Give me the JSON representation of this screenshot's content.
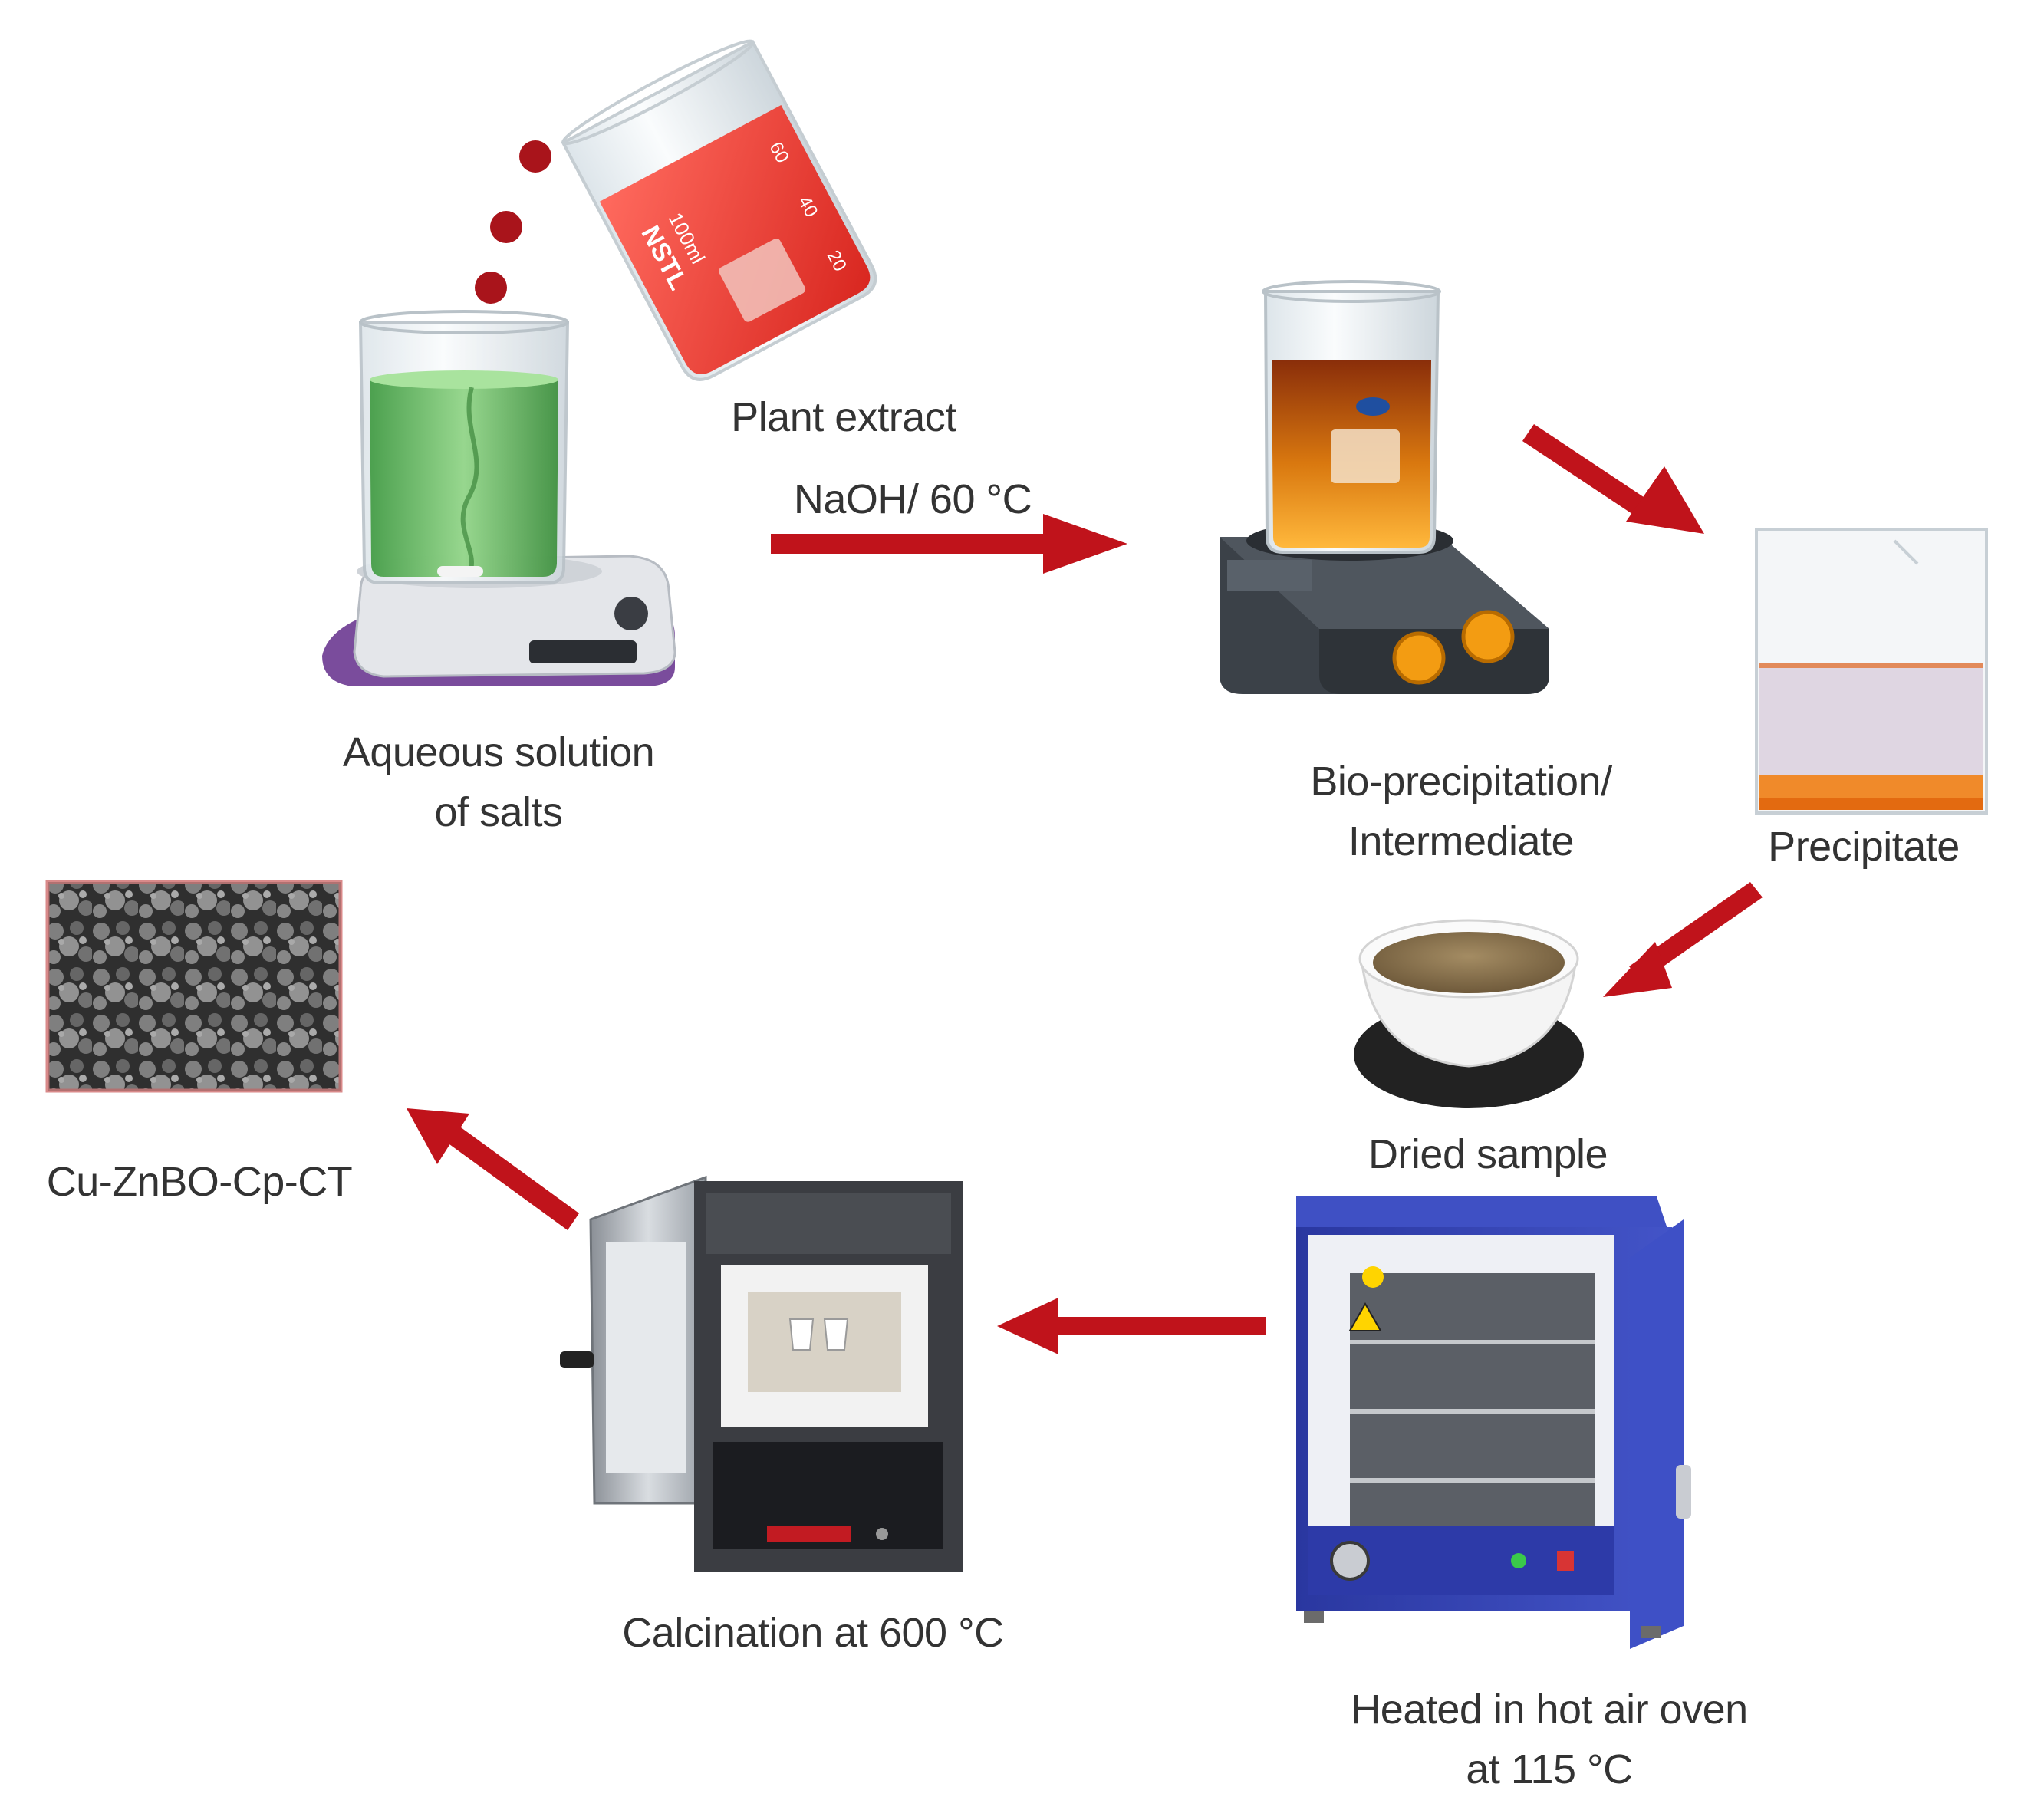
{
  "labels": {
    "plant_extract": "Plant extract",
    "naoh_condition": "NaOH/ 60 °C",
    "aqueous_line1": "Aqueous solution",
    "aqueous_line2": "of salts",
    "bio_line1": "Bio-precipitation/",
    "bio_line2": "Intermediate",
    "precipitate": "Precipitate",
    "dried_sample": "Dried sample",
    "product": "Cu-ZnBO-Cp-CT",
    "calcination": "Calcination at 600 °C",
    "oven_line1": "Heated in hot air oven",
    "oven_line2": "at 115 °C"
  },
  "beaker_marks": {
    "brand": "NSTL",
    "volume": "100ml",
    "tick_60": "60",
    "tick_40": "40",
    "tick_20": "20"
  },
  "colors": {
    "arrow": "#c0131b",
    "green_solution": "#5fb65a",
    "red_extract": "#e8413a",
    "amber_solution": "#c9700f",
    "orange_knob": "#f39c12",
    "oven_blue": "#2f3fb0",
    "powder": "#8a7350"
  }
}
